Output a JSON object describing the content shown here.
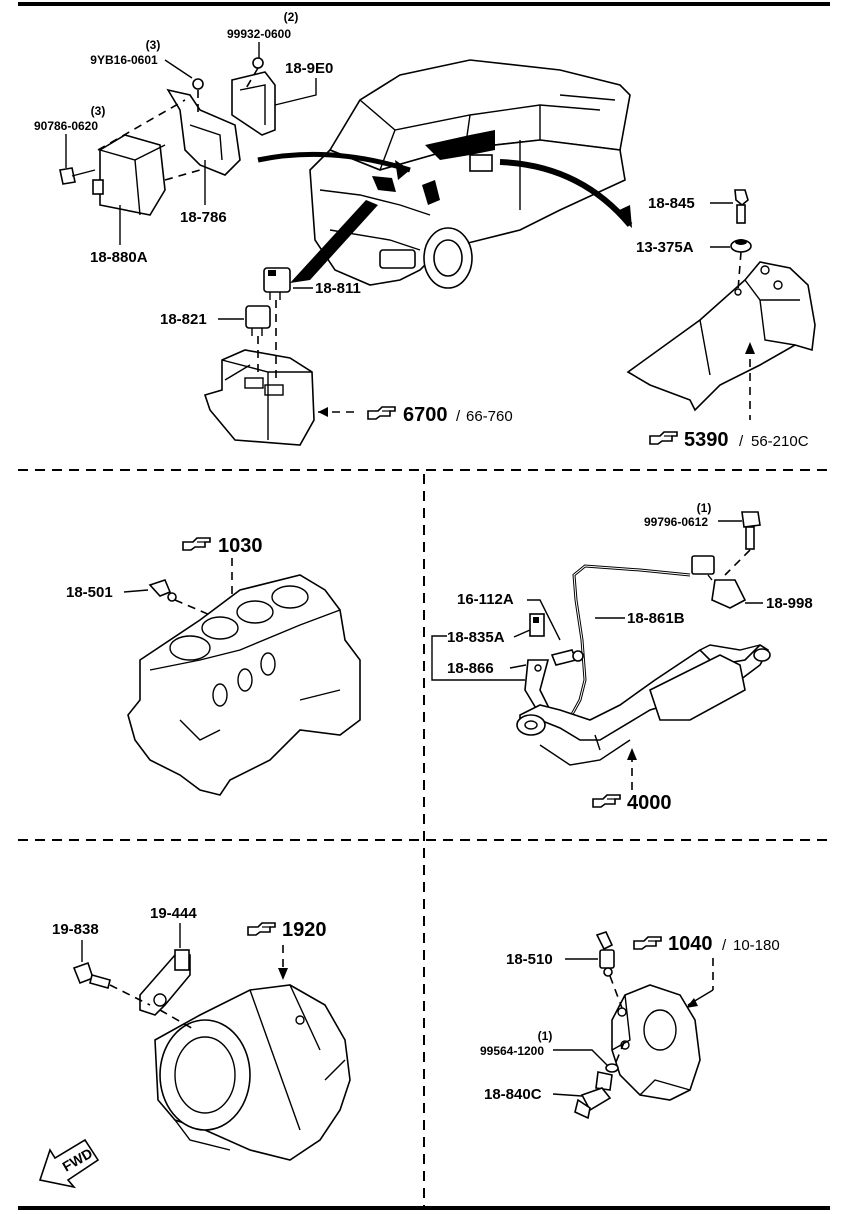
{
  "labels": {
    "qty_99932": "(2)",
    "p_99932_0600": "99932-0600",
    "qty_9yb16": "(3)",
    "p_9yb16_0601": "9YB16-0601",
    "p_18_9e0": "18-9E0",
    "qty_90786": "(3)",
    "p_90786_0620": "90786-0620",
    "p_18_786": "18-786",
    "p_18_880a": "18-880A",
    "p_18_811": "18-811",
    "p_18_821": "18-821",
    "p_18_845": "18-845",
    "p_13_375a": "13-375A",
    "p_18_501": "18-501",
    "qty_99796": "(1)",
    "p_99796_0612": "99796-0612",
    "p_16_112a": "16-112A",
    "p_18_861b": "18-861B",
    "p_18_998": "18-998",
    "p_18_835a": "18-835A",
    "p_18_866": "18-866",
    "p_19_838": "19-838",
    "p_19_444": "19-444",
    "p_18_510": "18-510",
    "qty_99564": "(1)",
    "p_99564_1200": "99564-1200",
    "p_18_840c": "18-840C"
  },
  "refs": {
    "r6700": {
      "num": "6700",
      "sub": "66-760"
    },
    "r5390": {
      "num": "5390",
      "sub": "56-210C"
    },
    "r1030": {
      "num": "1030"
    },
    "r4000": {
      "num": "4000"
    },
    "r1920": {
      "num": "1920"
    },
    "r1040": {
      "num": "1040",
      "sub": "10-180"
    }
  },
  "fwd_label": "FWD",
  "icons": [
    "pointing-hand-icon",
    "fwd-arrow-icon"
  ]
}
